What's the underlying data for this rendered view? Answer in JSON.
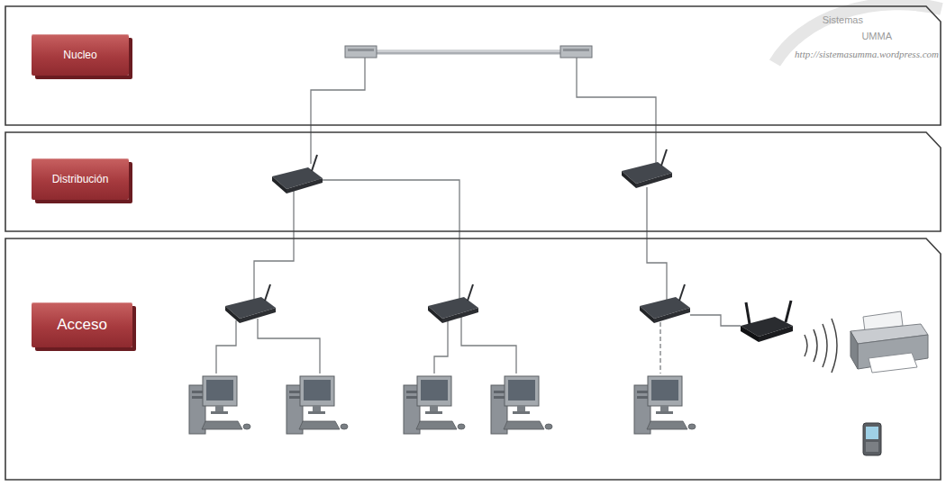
{
  "diagram": {
    "nodes": [
      {
        "text": [
          "Nucleo"
        ]
      },
      {
        "text": [
          "Distribución"
        ]
      },
      {
        "text": [
          "Acceso"
        ]
      }
    ],
    "labels": [
      "Sistemas",
      "UMMA",
      "http://sistemasumma.wordpress.com"
    ]
  }
}
